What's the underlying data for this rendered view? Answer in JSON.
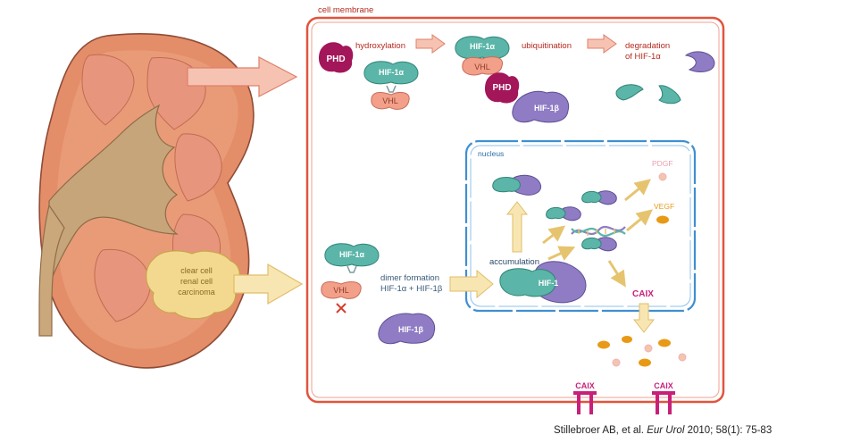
{
  "labels": {
    "cell_membrane": "cell membrane",
    "nucleus": "nucleus",
    "phd_1": "PHD",
    "phd_2": "PHD",
    "hydroxylation": "hydroxylation",
    "ubiquitination": "ubiquitination",
    "degradation_line1": "degradation",
    "degradation_line2": "of HIF-1α",
    "hif1a_top1": "HIF-1α",
    "hif1a_top2": "HIF-1α",
    "vhl_top1": "VHL",
    "vhl_top2": "VHL",
    "hif1b_top": "HIF-1β",
    "hif1a_bottom": "HIF-1α",
    "vhl_bottom": "VHL",
    "dimer_line1": "dimer formation",
    "dimer_line2": "HIF-1α + HIF-1β",
    "hif1b_bottom": "HIF-1β",
    "accumulation": "accumulation",
    "hif1_complex": "HIF-1",
    "pdgf": "PDGF",
    "vegf": "VEGF",
    "caix_nucleus": "CAIX",
    "caix_membrane1": "CAIX",
    "caix_membrane2": "CAIX",
    "tumor_line1": "clear cell",
    "tumor_line2": "renal cell",
    "tumor_line3": "carcinoma"
  },
  "citation": {
    "authors": "Stillebroer AB, et al.",
    "journal": "Eur Urol",
    "details": "2010; 58(1): 75-83"
  },
  "colors": {
    "membrane": "#e2533d",
    "nucleus": "#3f8fd1",
    "phd": "#a3165a",
    "hif1a": "#5bb5a8",
    "vhl": "#f2a08a",
    "hif1b": "#8f7cc4",
    "arrow_pink": "#f3b0a0",
    "arrow_yellow": "#f5dfa0",
    "kidney": "#e8926e",
    "tumor": "#f3d990",
    "text_red": "#b52a1f",
    "text_blue": "#2a6fa8",
    "caix": "#c8207a",
    "vegf": "#e89a16"
  }
}
